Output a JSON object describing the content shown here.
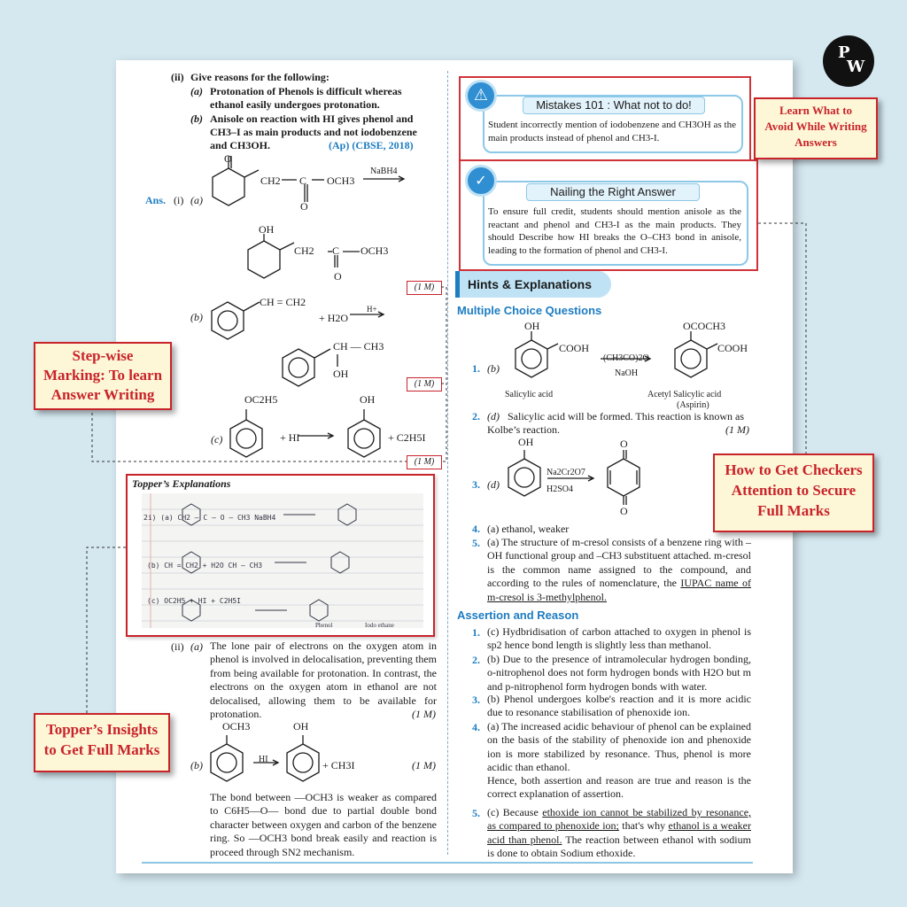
{
  "logo": {
    "letters": [
      "P",
      "W"
    ]
  },
  "question": {
    "number": "(ii)",
    "title": "Give reasons for the following:",
    "a_label": "(a)",
    "a_line1": "Protonation of Phenols is difficult whereas",
    "a_line2": "ethanol easily undergoes protonation.",
    "b_label": "(b)",
    "b_line1": "Anisole on reaction with HI gives phenol and",
    "b_line2": "CH3–I as main products and not iodobenzene",
    "b_line3": "and CH3OH.",
    "source": "(Ap) (CBSE, 2018)"
  },
  "answer": {
    "ans_label": "Ans.",
    "i_label": "(i)",
    "a_label": "(a)",
    "b_label": "(b)",
    "c_label": "(c)",
    "reagent_nabh4": "NaBH4",
    "ch2": "CH2",
    "c_atom": "C",
    "och3": "OCH3",
    "o_atom": "O",
    "oh": "OH",
    "ch_eq_ch2": "CH = CH2",
    "plus_h2o": "+ H2O",
    "h_plus": "H+",
    "ch_ch3": "CH — CH3",
    "oc2h5": "OC2H5",
    "plus_hi": "+ HI",
    "plus_c2h5i": "+ C2H5I",
    "mark": "(1 M)"
  },
  "topper": {
    "title": "Topper’s Explanations",
    "line1": "2i) (a)     CH2 — C — O — CH3     NaBH4",
    "line2": "(b)     CH = CH2     + H2O     CH — CH3",
    "line3": "(c)  OC2H5     + HI     + C2H5I",
    "label_phenol": "Phenol",
    "label_iodo": "Iodo ethane"
  },
  "answer_ii": {
    "label": "(ii)",
    "a_label": "(a)",
    "a_text": "The lone pair of electrons on the oxygen atom in phenol is involved in delocalisation, preventing them from being available for protonation. In contrast, the electrons on the oxygen atom in ethanol are not delocalised, allowing them to be available for protonation.",
    "a_mark": "(1 M)",
    "b_label": "(b)",
    "och3": "OCH3",
    "oh": "OH",
    "hi": "HI",
    "plus_ch3i": "+ CH3I",
    "b_mark": "(1 M)",
    "b_text": "The bond between —OCH3 is weaker as compared to C6H5—O— bond due to partial double bond character between oxygen and carbon of the benzene ring. So —OCH3 bond break easily and reaction is proceed through SN2 mechanism."
  },
  "mistakes": {
    "title": "Mistakes 101 : What not to do!",
    "text": "Student incorrectly mention of iodobenzene and CH3OH as the main products instead of phenol and CH3-I."
  },
  "nailing": {
    "title": "Nailing the Right Answer",
    "text": "To ensure full credit, students should mention anisole as the reactant and phenol and CH3-I as the main products. They should Describe how HI breaks the O–CH3 bond in anisole, leading to the formation of phenol and CH3-I."
  },
  "hints": {
    "title": "Hints & Explanations",
    "mcq_head": "Multiple Choice Questions",
    "q1_num": "1.",
    "q1_ans": "(b)",
    "oh": "OH",
    "cooh": "COOH",
    "ococh3": "OCOCH3",
    "reagent1": "(CH3CO)2O",
    "reagent2": "NaOH",
    "salicylic": "Salicylic acid",
    "acetyl": "Acetyl Salicylic acid",
    "aspirin": "(Aspirin)",
    "q2_num": "2.",
    "q2_ans": "(d)",
    "q2_text1": "Salicylic acid will be formed. This reaction is known as",
    "q2_text2": "Kolbe’s reaction.",
    "q2_mark": "(1 M)",
    "q3_num": "3.",
    "q3_ans": "(d)",
    "q3_reagent1": "Na2Cr2O7",
    "q3_reagent2": "H2SO4",
    "o_atom": "O",
    "q4_num": "4.",
    "q4_text": "(a)  ethanol, weaker",
    "q5_num": "5.",
    "q5_text_a": "(a)  The structure of m-cresol consists of a benzene ring with –OH functional group and –CH3 substituent attached. m-cresol is the common name assigned to the compound, and according to the rules of nomenclature, the",
    "q5_text_u": "IUPAC name of m-cresol is 3-methylphenol.",
    "ar_head": "Assertion and Reason",
    "ar1_num": "1.",
    "ar1_text": "(c)  Hydbridisation of carbon attached to oxygen in phenol is sp2 hence bond length is slightly less than methanol.",
    "ar2_num": "2.",
    "ar2_text": "(b)  Due to the presence of intramolecular hydrogen bonding, o-nitrophenol does not form hydrogen bonds with H2O but m and p-nitrophenol form hydrogen bonds with water.",
    "ar3_num": "3.",
    "ar3_text": "(b)  Phenol undergoes kolbe's reaction and it is more acidic due to resonance stabilisation of phenoxide ion.",
    "ar4_num": "4.",
    "ar4_text": "(a)  The increased acidic behaviour of phenol can be explained on the basis of the stability of phenoxide ion and phenoxide ion is more stabilized by resonance. Thus, phenol is more acidic than ethanol.",
    "ar4_text2": "Hence, both assertion and reason are true and reason is the correct explanation of assertion.",
    "ar5_num": "5.",
    "ar5_pre": "(c)  Because",
    "ar5_u1": "ethoxide ion cannot be stabilized by resonance, as compared to phenoxide ion;",
    "ar5_mid": "that's why",
    "ar5_u2": "ethanol is a weaker acid than phenol.",
    "ar5_post": "The reaction between ethanol with sodium is done to obtain Sodium ethoxide."
  },
  "callouts": {
    "learn": [
      "Learn What to",
      "Avoid While Writing",
      "Answers"
    ],
    "stepwise": [
      "Step-wise",
      "Marking: To learn",
      "Answer Writing"
    ],
    "checkers": [
      "How to Get Checkers",
      "Attention to Secure",
      "Full Marks"
    ],
    "topper": [
      "Topper’s Insights",
      "to Get Full Marks"
    ]
  },
  "colors": {
    "accent_red": "#c9232a",
    "accent_blue": "#1d7cc2",
    "callout_bg": "#fdf7d7",
    "background": "#d5e8f0"
  }
}
